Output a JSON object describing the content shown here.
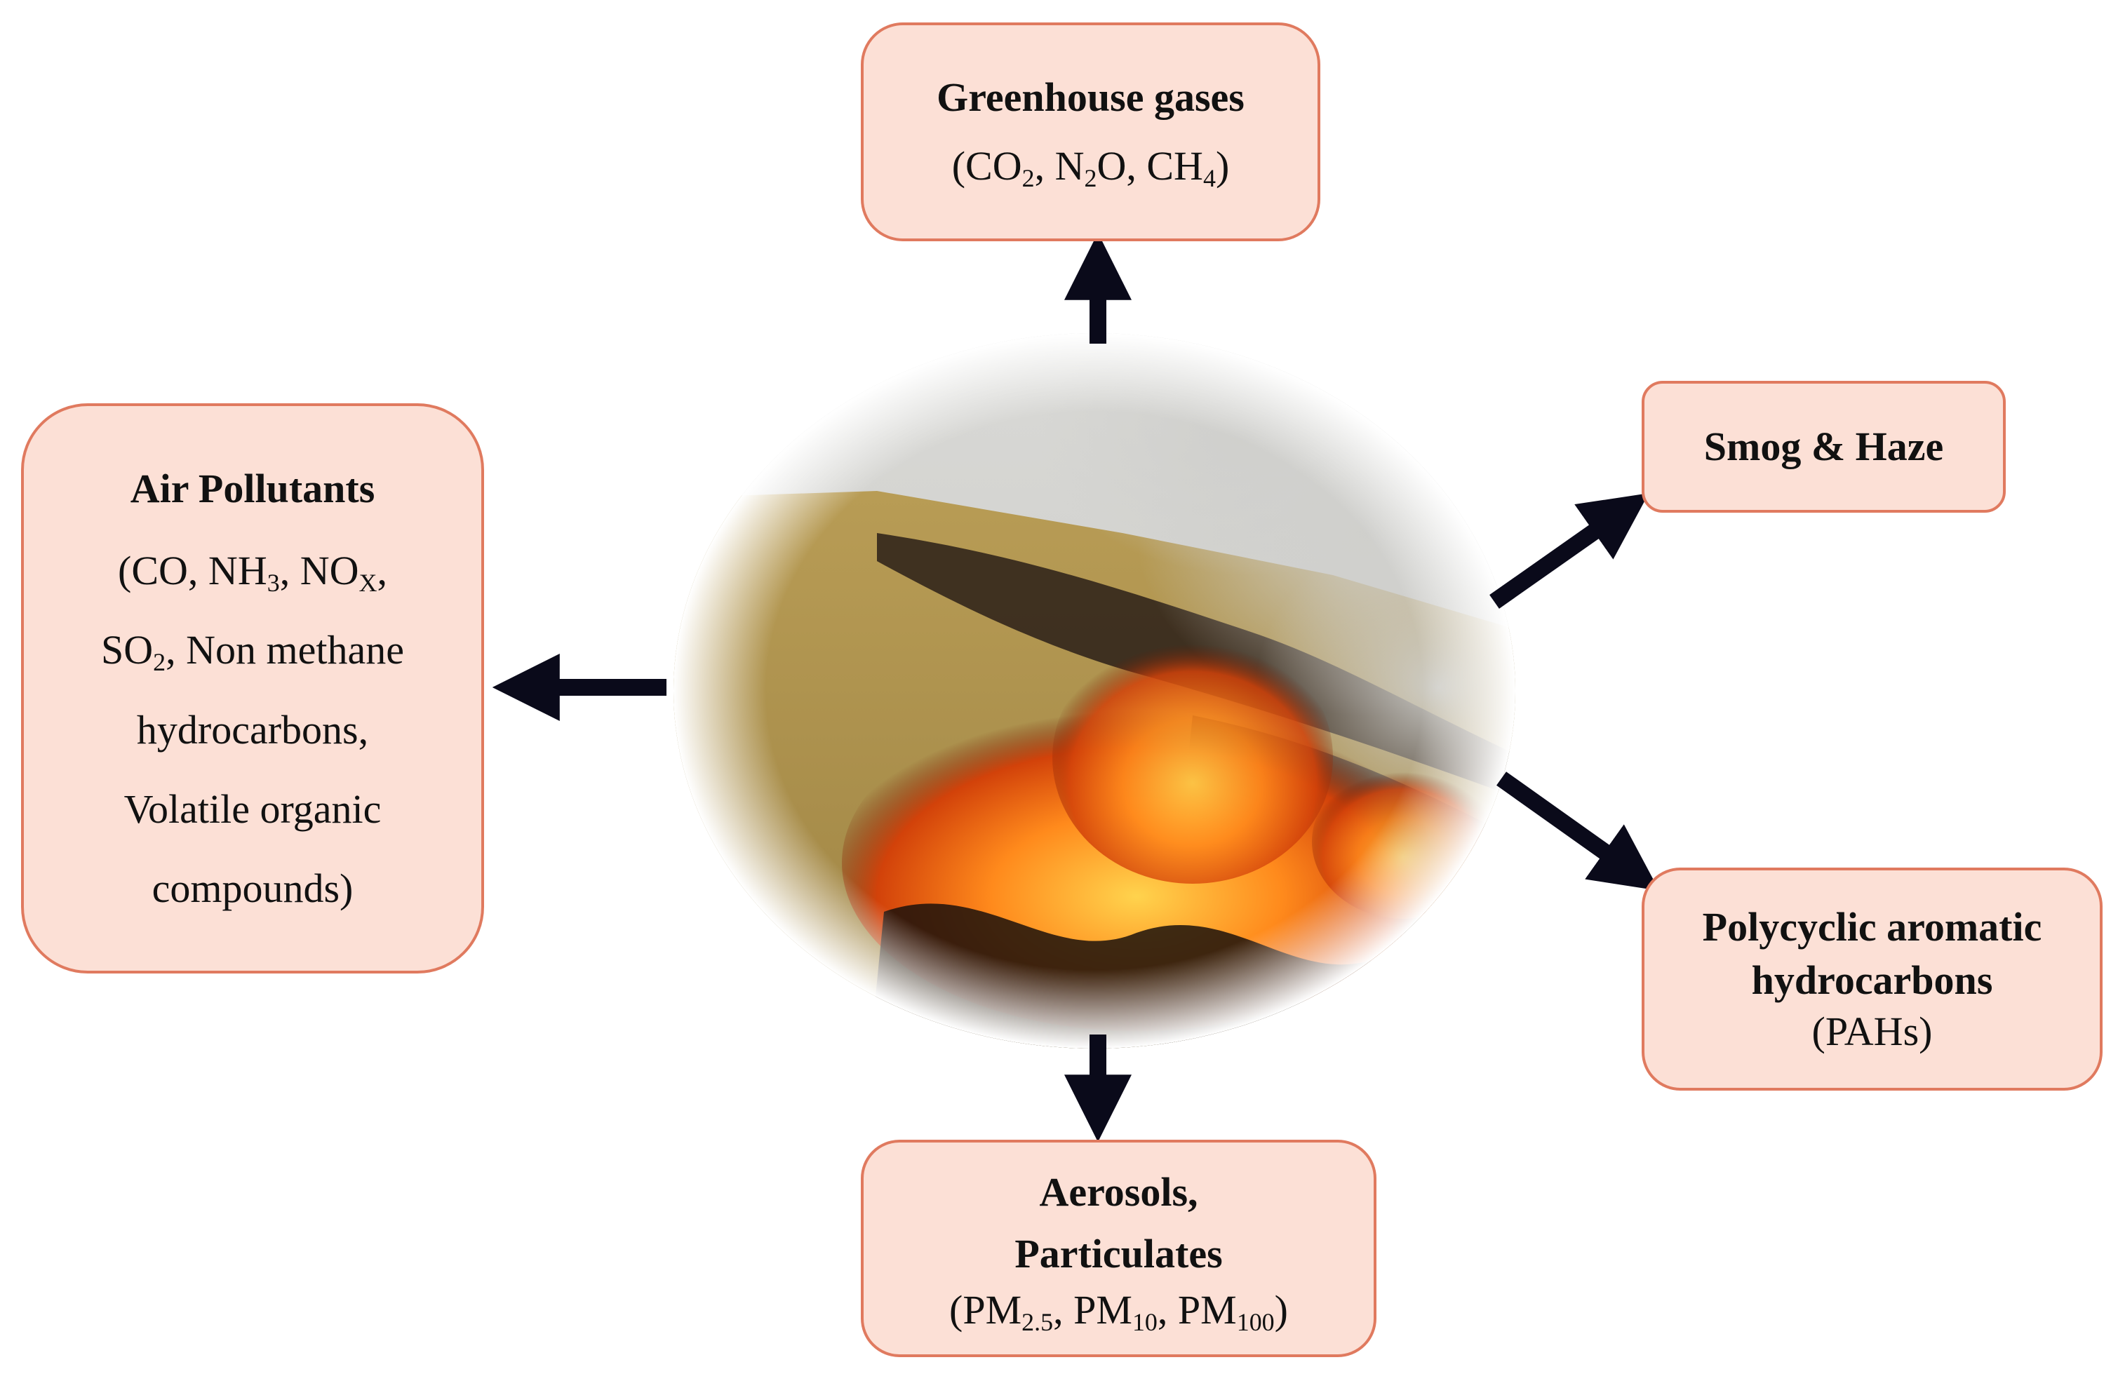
{
  "nodes": {
    "ghg": {
      "title": "Greenhouse gases",
      "formula": [
        {
          "t": "(CO"
        },
        {
          "t": "2",
          "sub": true
        },
        {
          "t": ", N"
        },
        {
          "t": "2",
          "sub": true
        },
        {
          "t": "O, CH"
        },
        {
          "t": "4",
          "sub": true
        },
        {
          "t": ")"
        }
      ]
    },
    "air": {
      "title": "Air Pollutants",
      "lines": [
        [
          {
            "t": "(CO, NH"
          },
          {
            "t": "3",
            "sub": true
          },
          {
            "t": ", NO"
          },
          {
            "t": "X",
            "sub": true
          },
          {
            "t": ","
          }
        ],
        [
          {
            "t": "SO"
          },
          {
            "t": "2",
            "sub": true
          },
          {
            "t": ", Non methane"
          }
        ],
        [
          {
            "t": "hydrocarbons,"
          }
        ],
        [
          {
            "t": "Volatile organic"
          }
        ],
        [
          {
            "t": "compounds)"
          }
        ]
      ]
    },
    "smog": {
      "title": "Smog & Haze"
    },
    "pah": {
      "title_line1": "Polycyclic aromatic",
      "title_line2": "hydrocarbons",
      "subtitle": "(PAHs)"
    },
    "aero": {
      "title_line1": "Aerosols,",
      "title_line2": "Particulates",
      "formula": [
        {
          "t": "(PM"
        },
        {
          "t": "2.5",
          "sub": true
        },
        {
          "t": ", PM"
        },
        {
          "t": "10",
          "sub": true
        },
        {
          "t": ", PM"
        },
        {
          "t": "100",
          "sub": true
        },
        {
          "t": ")"
        }
      ]
    }
  },
  "colors": {
    "box_fill": "#fce0d6",
    "box_border": "#e07a5f",
    "arrow": "#0a0a1a"
  }
}
